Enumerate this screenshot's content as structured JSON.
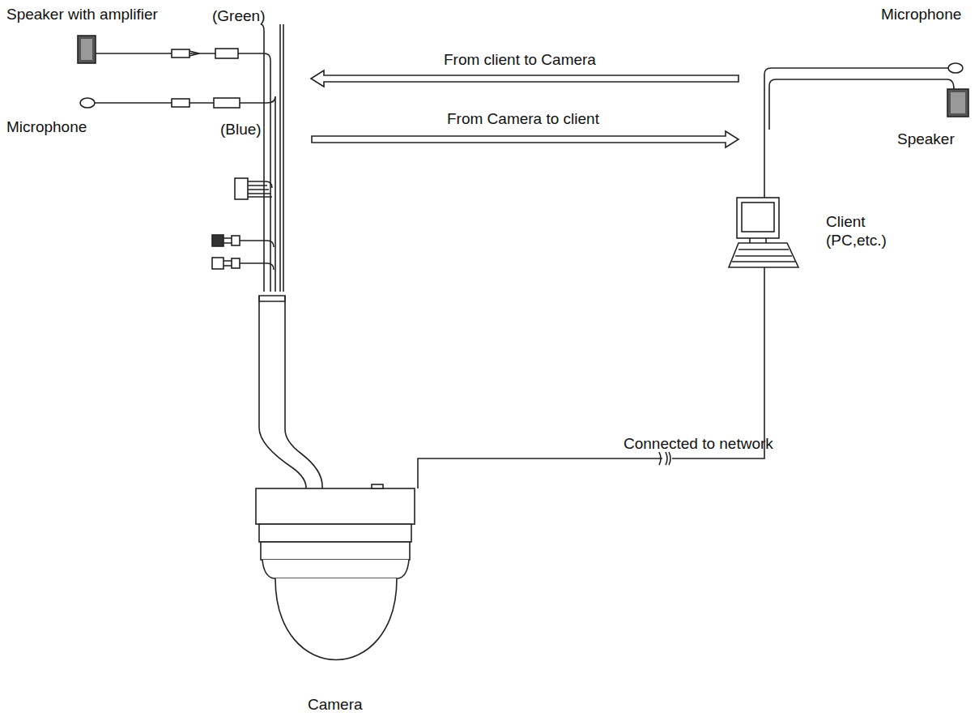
{
  "diagram": {
    "labels": [
      "Speaker with amplifier",
      "(Green)",
      "Microphone",
      "From client to Camera",
      "Microphone",
      "(Blue)",
      "From Camera to client",
      "Speaker",
      "Client (PC,etc.)",
      "Connected to network",
      "Camera"
    ]
  }
}
